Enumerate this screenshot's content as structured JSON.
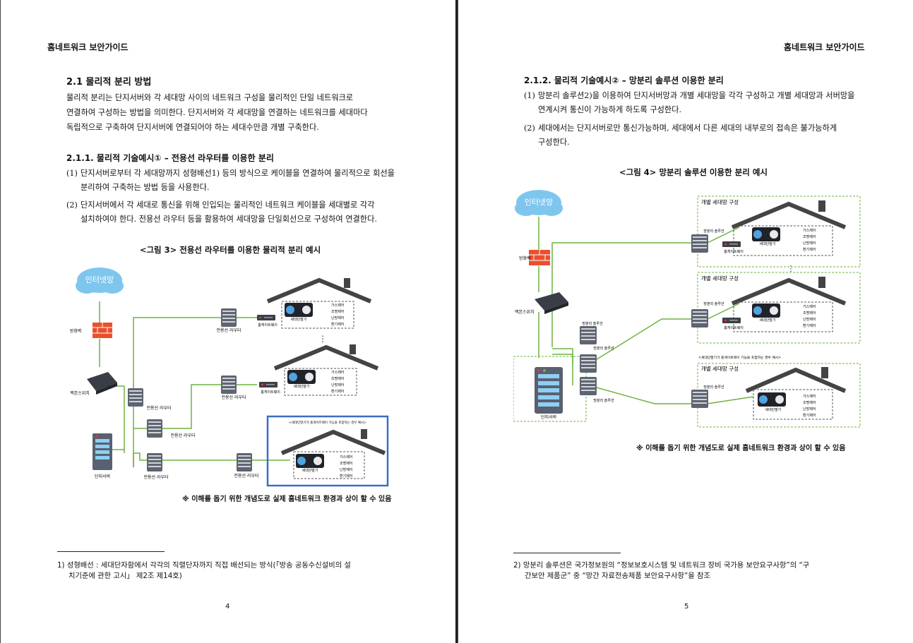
{
  "header_left": "홈네트워크 보안가이드",
  "header_right": "홈네트워크 보안가이드",
  "page4": {
    "section_title": "2.1 물리적 분리 방법",
    "intro_lines": [
      "물리적 분리는 단지서버와 각 세대망 사이의 네트워크 구성을 물리적인 단일 네트워크로",
      "연결하여 구성하는 방법을 의미한다. 단지서버와 각 세대망을 연결하는 네트워크를 세대마다",
      "독립적으로 구축하여 단지서버에 연결되어야 하는 세대수만큼 개별 구축한다."
    ],
    "subsection_title": "2.1.1. 물리적 기술예시① – 전용선 라우터를 이용한 분리",
    "items": [
      {
        "num": "(1)",
        "lines": [
          "단지서버로부터 각 세대망까지 성형배선1) 등의 방식으로 케이블을 연결하여 물리적으로 회선을",
          "분리하여 구축하는 방법 등을 사용한다."
        ]
      },
      {
        "num": "(2)",
        "lines": [
          "단지서버에서 각 세대로 통신을 위해 인입되는 물리적인 네트워크 케이블을 세대별로 각각",
          "설치하여야 한다. 전용선 라우터 등을 활용하여 세대망을 단일회선으로 구성하여 연결한다."
        ]
      }
    ],
    "figure_caption": "<그림 3> 전용선 라우터를 이용한 물리적 분리 예시",
    "figure": {
      "cloud": "인터넷망",
      "firewall": "방화벽",
      "backbone": "백본스위치",
      "server": "단지서버",
      "router": "전용선 라우터",
      "gateway": "홈게이트웨이",
      "wallpad": "세대단말기",
      "controls": [
        "가스제어",
        "조명제어",
        "난방제어",
        "환기제어"
      ],
      "highlight_label": "<세대단말기가 홈게이트웨이 기능을 포함하는 경우 예시>"
    },
    "note": "※ 이해를 돕기 위한 개념도로 실제 홈네트워크 환경과 상이 할 수 있음",
    "footnote_lines": [
      "1) 성형배선 : 세대단자함에서 각각의 직렬단자까지 직접 배선되는 방식(「방송 공동수신설비의 설",
      "치기준에 관한 고시」 제2조 제14호)"
    ],
    "page_number": "4"
  },
  "page5": {
    "subsection_title": "2.1.2. 물리적 기술예시② – 망분리 솔루션 이용한 분리",
    "items": [
      {
        "num": "(1)",
        "lines": [
          "망분리 솔루션2)을 이용하여 단지서버망과 개별 세대망을 각각 구성하고 개별 세대망과 서버망을",
          "연계시켜 통신이 가능하게 하도록 구성한다."
        ]
      },
      {
        "num": "(2)",
        "lines": [
          "세대에서는 단지서버로만 통신가능하며, 세대에서 다른 세대의 내부로의 접속은 불가능하게",
          "구성한다."
        ]
      }
    ],
    "figure_caption": "<그림 4> 망분리 솔루션 이용한 분리 예시",
    "figure": {
      "cloud": "인터넷망",
      "firewall": "방화벽",
      "backbone": "백본스위치",
      "server": "단지서버",
      "solution": "망분리 솔루션",
      "gateway": "홈게이트웨이",
      "wallpad": "세대단말기",
      "household": "개별 세대망 구성",
      "controls": [
        "가스제어",
        "조명제어",
        "난방제어",
        "환기제어"
      ],
      "highlight_label": "<세대단말기가 홈게이트웨이 기능을 포함하는 경우 예시>"
    },
    "note": "※ 이해를 돕기 위한 개념도로 실제 홈네트워크 환경과 상이 할 수 있음",
    "footnote_lines": [
      "2) 망분리 솔루션은 국가정보원의 “정보보호시스템 및 네트워크 장비 국가용 보안요구사항”의 “구",
      "간보안 제품군” 중 “망간 자료전송제품 보안요구사항”을 참조"
    ],
    "page_number": "5"
  }
}
